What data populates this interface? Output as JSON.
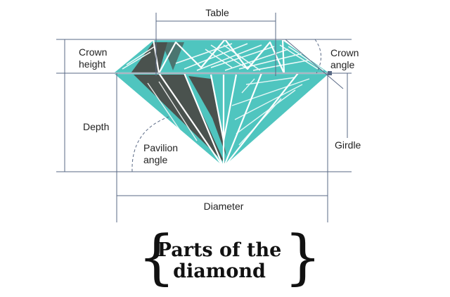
{
  "labels": {
    "table": "Table",
    "crown_height": [
      "Crown",
      "height"
    ],
    "crown_angle": [
      "Crown",
      "angle"
    ],
    "depth": "Depth",
    "pavilion_angle": [
      "Pavilion",
      "angle"
    ],
    "girdle": "Girdle",
    "diameter": "Diameter"
  },
  "title_lines": [
    "Parts of the",
    "diamond"
  ],
  "braces": {
    "left": "{",
    "right": "}"
  },
  "colors": {
    "teal": "#4fc5bf",
    "dark": "#4a524e",
    "line": "#5a6a86",
    "white": "#ffffff"
  }
}
